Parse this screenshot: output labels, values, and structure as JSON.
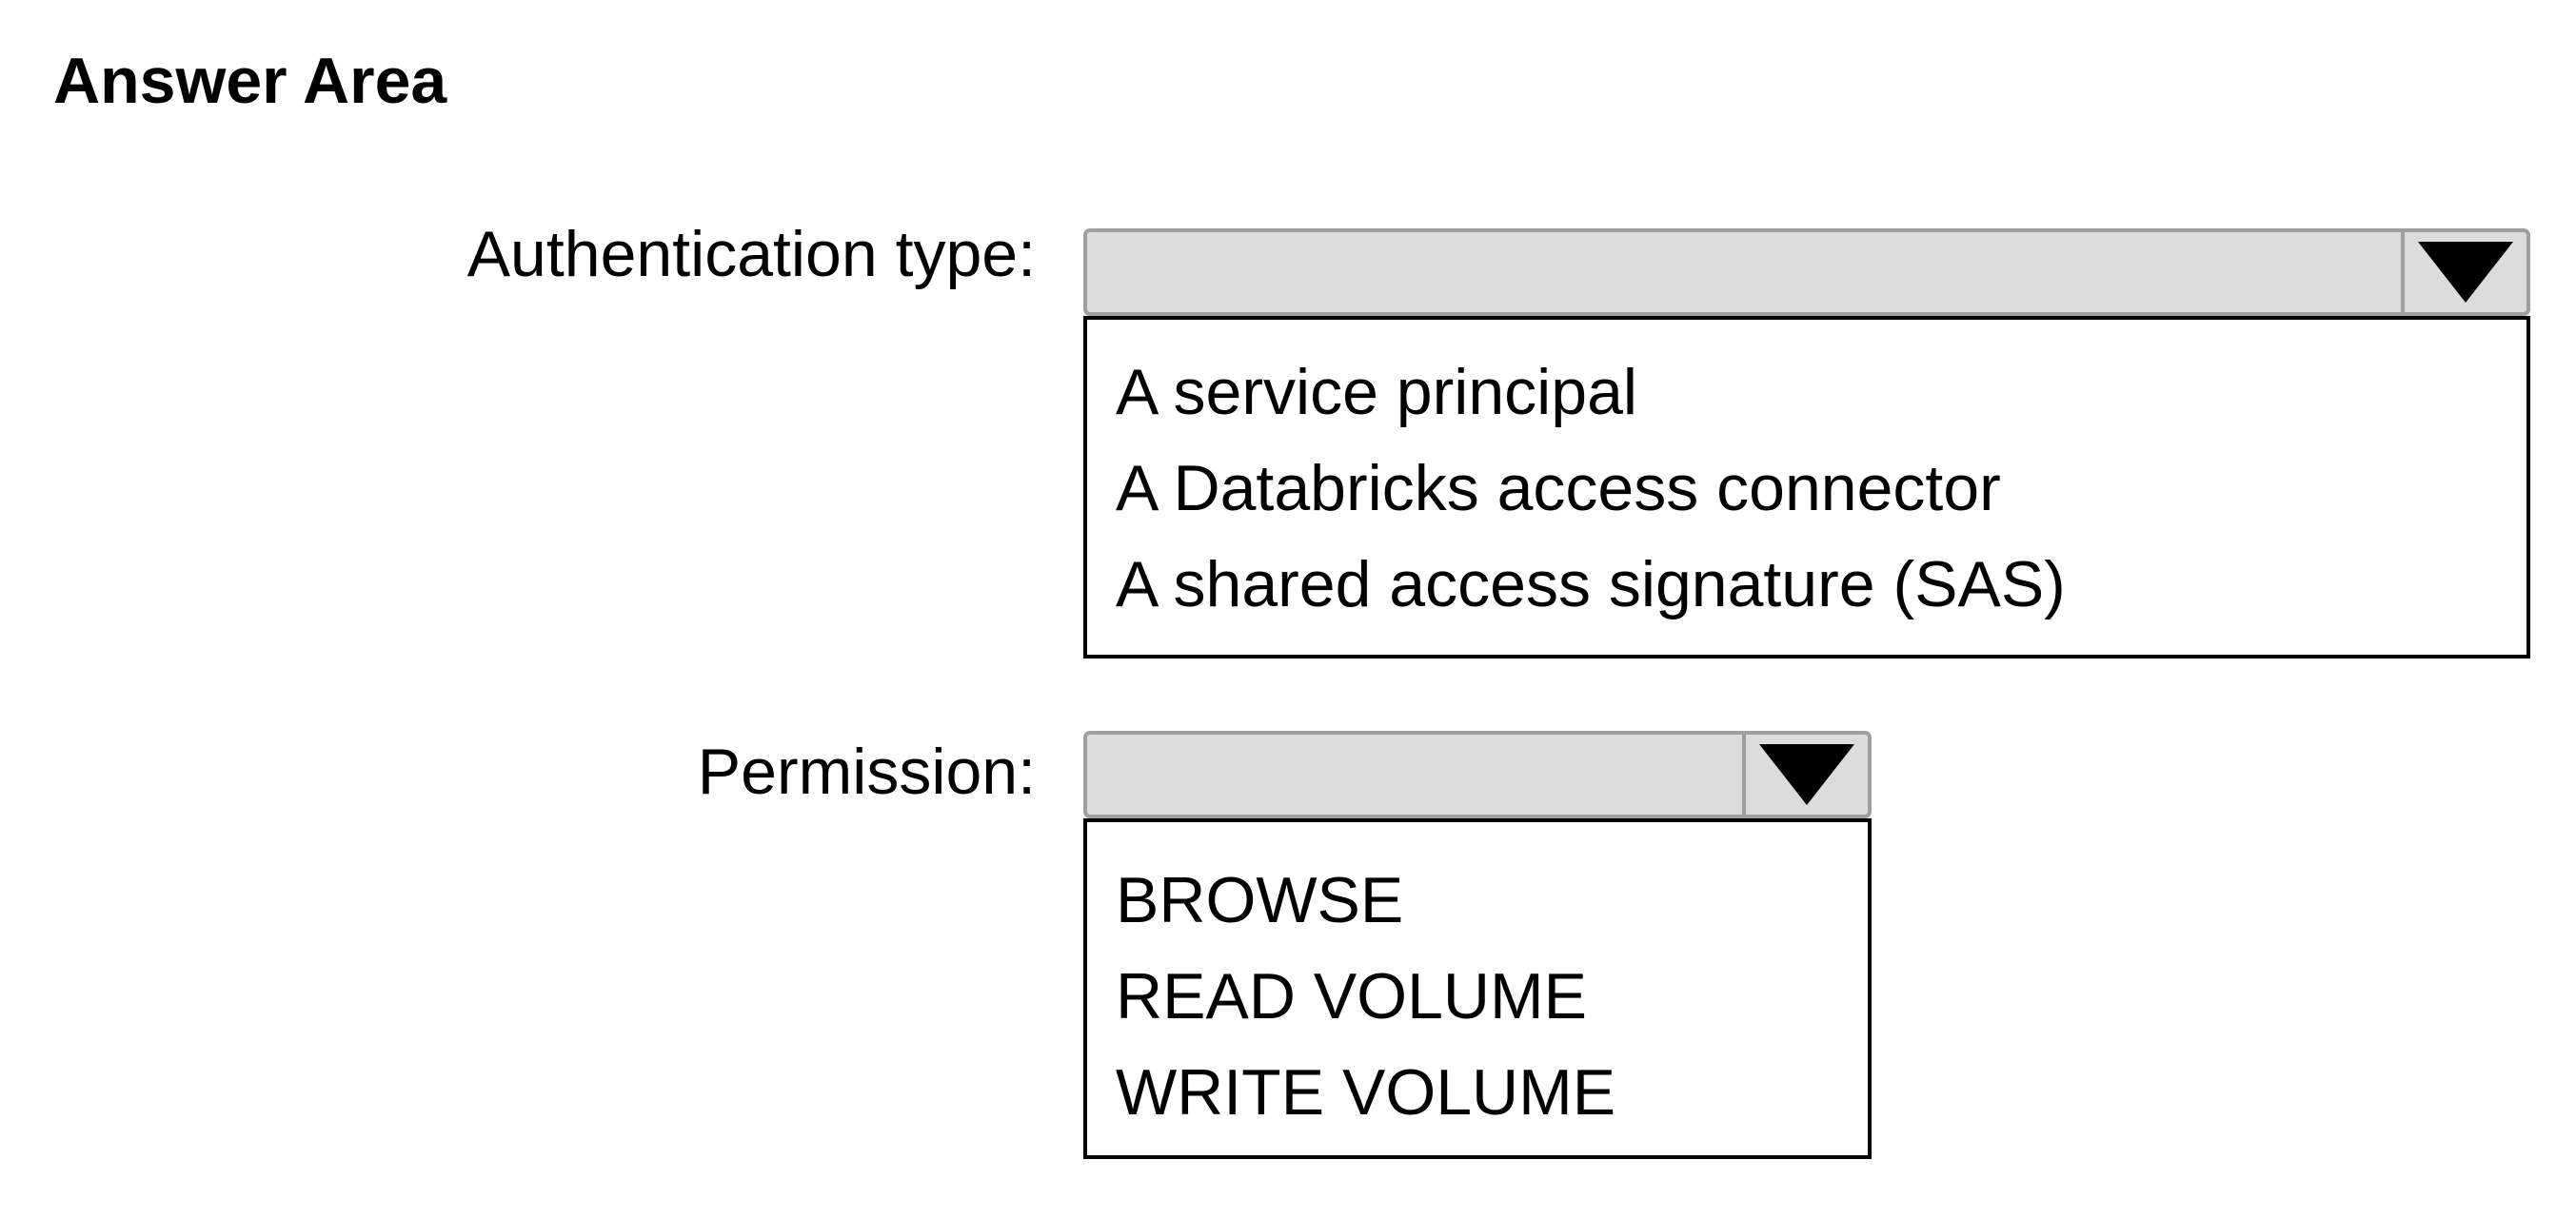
{
  "title": "Answer Area",
  "authentication": {
    "label": "Authentication type:",
    "selected_value": "",
    "options": [
      "A service principal",
      "A Databricks access connector",
      "A shared access signature (SAS)"
    ]
  },
  "permission": {
    "label": "Permission:",
    "selected_value": "",
    "options": [
      "BROWSE",
      "READ VOLUME",
      "WRITE VOLUME"
    ]
  },
  "colors": {
    "select_fill": "#dcdcdc",
    "select_border": "#9f9f9f",
    "list_border": "#000000",
    "text": "#000000"
  },
  "icons": {
    "dropdown": "triangle-down-icon"
  }
}
